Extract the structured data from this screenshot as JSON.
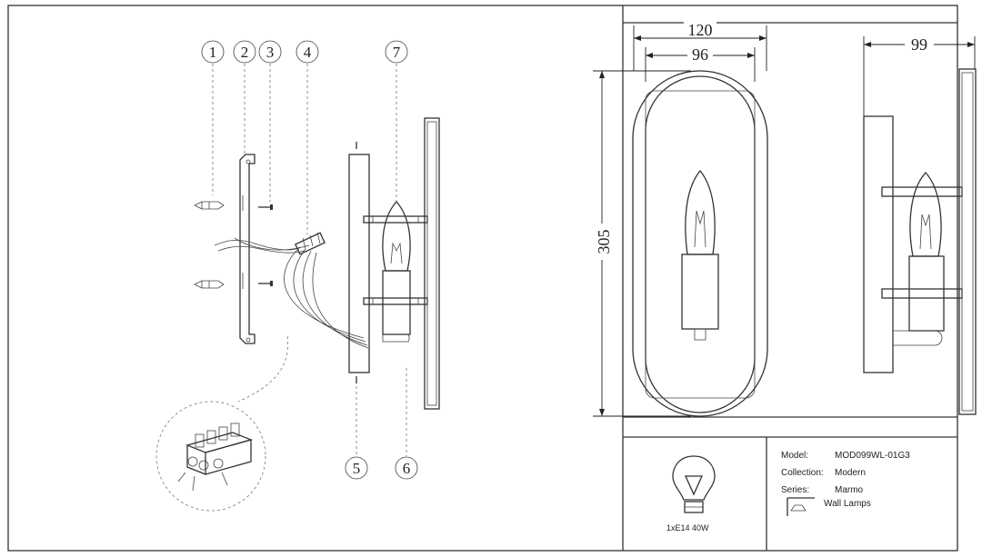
{
  "callouts": [
    "1",
    "2",
    "3",
    "4",
    "5",
    "6",
    "7"
  ],
  "dimensions": {
    "overall_width": "120",
    "glass_width": "96",
    "height": "305",
    "depth": "99"
  },
  "lamp": {
    "spec": "1xE14 40W"
  },
  "info": {
    "model_label": "Model:",
    "model_value": "MOD099WL-01G3",
    "collection_label": "Collection:",
    "collection_value": "Modern",
    "series_label": "Series:",
    "series_value": "Marmo",
    "type_value": "Wall Lamps"
  }
}
